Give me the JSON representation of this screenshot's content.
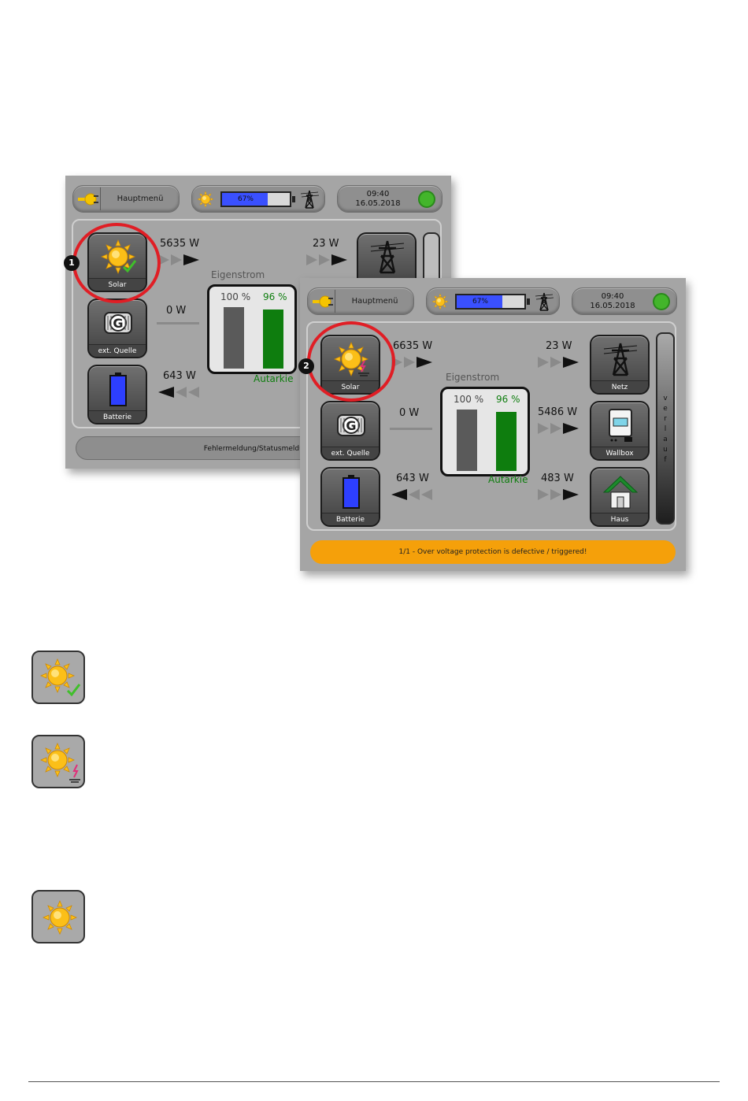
{
  "colors": {
    "screen_bg": "#a5a5a5",
    "sun_yellow": "#fbbf18",
    "battery_blue": "#3a50ff",
    "autarky_green": "#0e7d0e",
    "alert_orange": "#f5a00a",
    "highlight_red": "#e01e25"
  },
  "screen1": {
    "menu_label": "Hauptmenü",
    "battery_percent": "67%",
    "battery_level": 0.67,
    "time": "09:40",
    "date": "16.05.2018",
    "tiles": {
      "solar": "Solar",
      "ext": "ext. Quelle",
      "battery": "Batterie"
    },
    "solar_icon": "sun-check-icon",
    "power": {
      "solar": "5635 W",
      "grid": "23 W",
      "ext": "0 W",
      "battery": "643 W"
    },
    "eigenstrom_label": "Eigenstrom",
    "eigen_value": "100 %",
    "autarkie_value": "96 %",
    "eigen_level": 1.0,
    "autarkie_level": 0.96,
    "autarkie_label": "Autarkie",
    "footer": "Fehlermeldung/Statusmeldung",
    "badge": "1"
  },
  "screen2": {
    "menu_label": "Hauptmenü",
    "battery_percent": "67%",
    "battery_level": 0.67,
    "time": "09:40",
    "date": "16.05.2018",
    "tiles": {
      "solar": "Solar",
      "ext": "ext. Quelle",
      "battery": "Batterie",
      "grid": "Netz",
      "wallbox": "Wallbox",
      "house": "Haus"
    },
    "solar_icon": "sun-fault-icon",
    "power": {
      "solar": "6635 W",
      "grid": "23 W",
      "ext": "0 W",
      "wallbox": "5486 W",
      "battery": "643 W",
      "house": "483 W"
    },
    "eigenstrom_label": "Eigenstrom",
    "eigen_value": "100 %",
    "autarkie_value": "96 %",
    "eigen_level": 1.0,
    "autarkie_level": 0.96,
    "autarkie_label": "Autarkie",
    "verlauf": "Verlauf",
    "footer": "1/1 - Over voltage protection is defective / triggered!",
    "badge": "2"
  },
  "legend": [
    {
      "icon": "sun-check-icon"
    },
    {
      "icon": "sun-fault-icon"
    },
    {
      "icon": "sun-icon"
    }
  ]
}
